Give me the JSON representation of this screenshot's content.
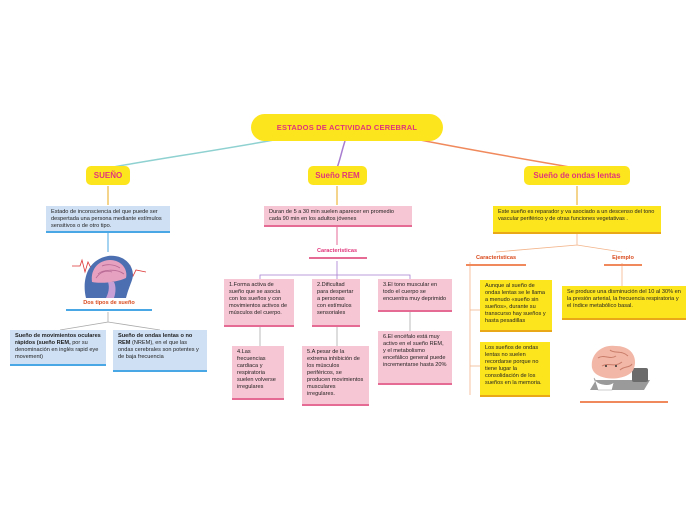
{
  "root": {
    "title": "ESTADOS DE ACTIVIDAD CEREBRAL"
  },
  "sueno": {
    "title": "SUEÑO",
    "description": "Estado de inconsciencia del que puede ser despertada una persona mediante estímulos sensitivos o de otro tipo.",
    "types_label": "Dos tipos de sueño",
    "rem": {
      "bold": "Sueño de movimientos oculares rápidos (sueño REM,",
      "rest": " por su denominación en inglés rapid eye movement)"
    },
    "nrem": {
      "bold": "Sueño de ondas lentas o no REM",
      "rest": " (NREM), en el que las ondas cerebrales son potentes y de baja frecuencia"
    }
  },
  "rem_branch": {
    "title": "Sueño REM",
    "description": "Duran de 5 a 30 min suelen aparecer en promedio cada 90 min en los adultos jóvenes",
    "characteristics_label": "Caracteristicas",
    "items": [
      "1.Forma activa de sueño que se asocia con los sueños y con movimientos activos de músculos del cuerpo.",
      "2.Dificultad para despertar a personas con estímulos sensoriales",
      "3.El tono muscular en todo el cuerpo se encuentra muy deprimido",
      "4.Las frecuencias cardiaca y respiratoria suelen volverse irregulares",
      "5.A pesar de la extrema inhibición de los músculos periféricos, se producen movimientos musculares irregulares.",
      "6.El encéfalo está muy activo en el sueño REM, y el metabolismo encefálico general puede incrementarse hasta 20%"
    ]
  },
  "slow_branch": {
    "title": "Sueño de ondas lentas",
    "description": "Este sueño es reparador y va asociado a un descenso del tono vascular periférico y de otras funciones vegetativas .",
    "characteristics_label": "Caracteristicas",
    "example_label": "Ejemplo",
    "char1": "Aunque al sueño de ondas lentas se le llama a menudo «sueño sin sueños», durante su transcurso hay sueños y  hasta pesadillas",
    "char2": "Los sueños de ondas lentas no suelen recordarse porque no tiene lugar la consolidación de los sueños en la memoria.",
    "example": "Se produce una disminución del 10 al 30% en la presión arterial, la frecuencia respiratoria y el índice metabólico basal."
  },
  "colors": {
    "yellow": "#fde51d",
    "pink_text": "#e0357a",
    "blue_box": "#cfe0f4",
    "pink_box": "#f7c6d4"
  },
  "icons": [
    "brain-head-icon",
    "sleeping-brain-icon"
  ]
}
